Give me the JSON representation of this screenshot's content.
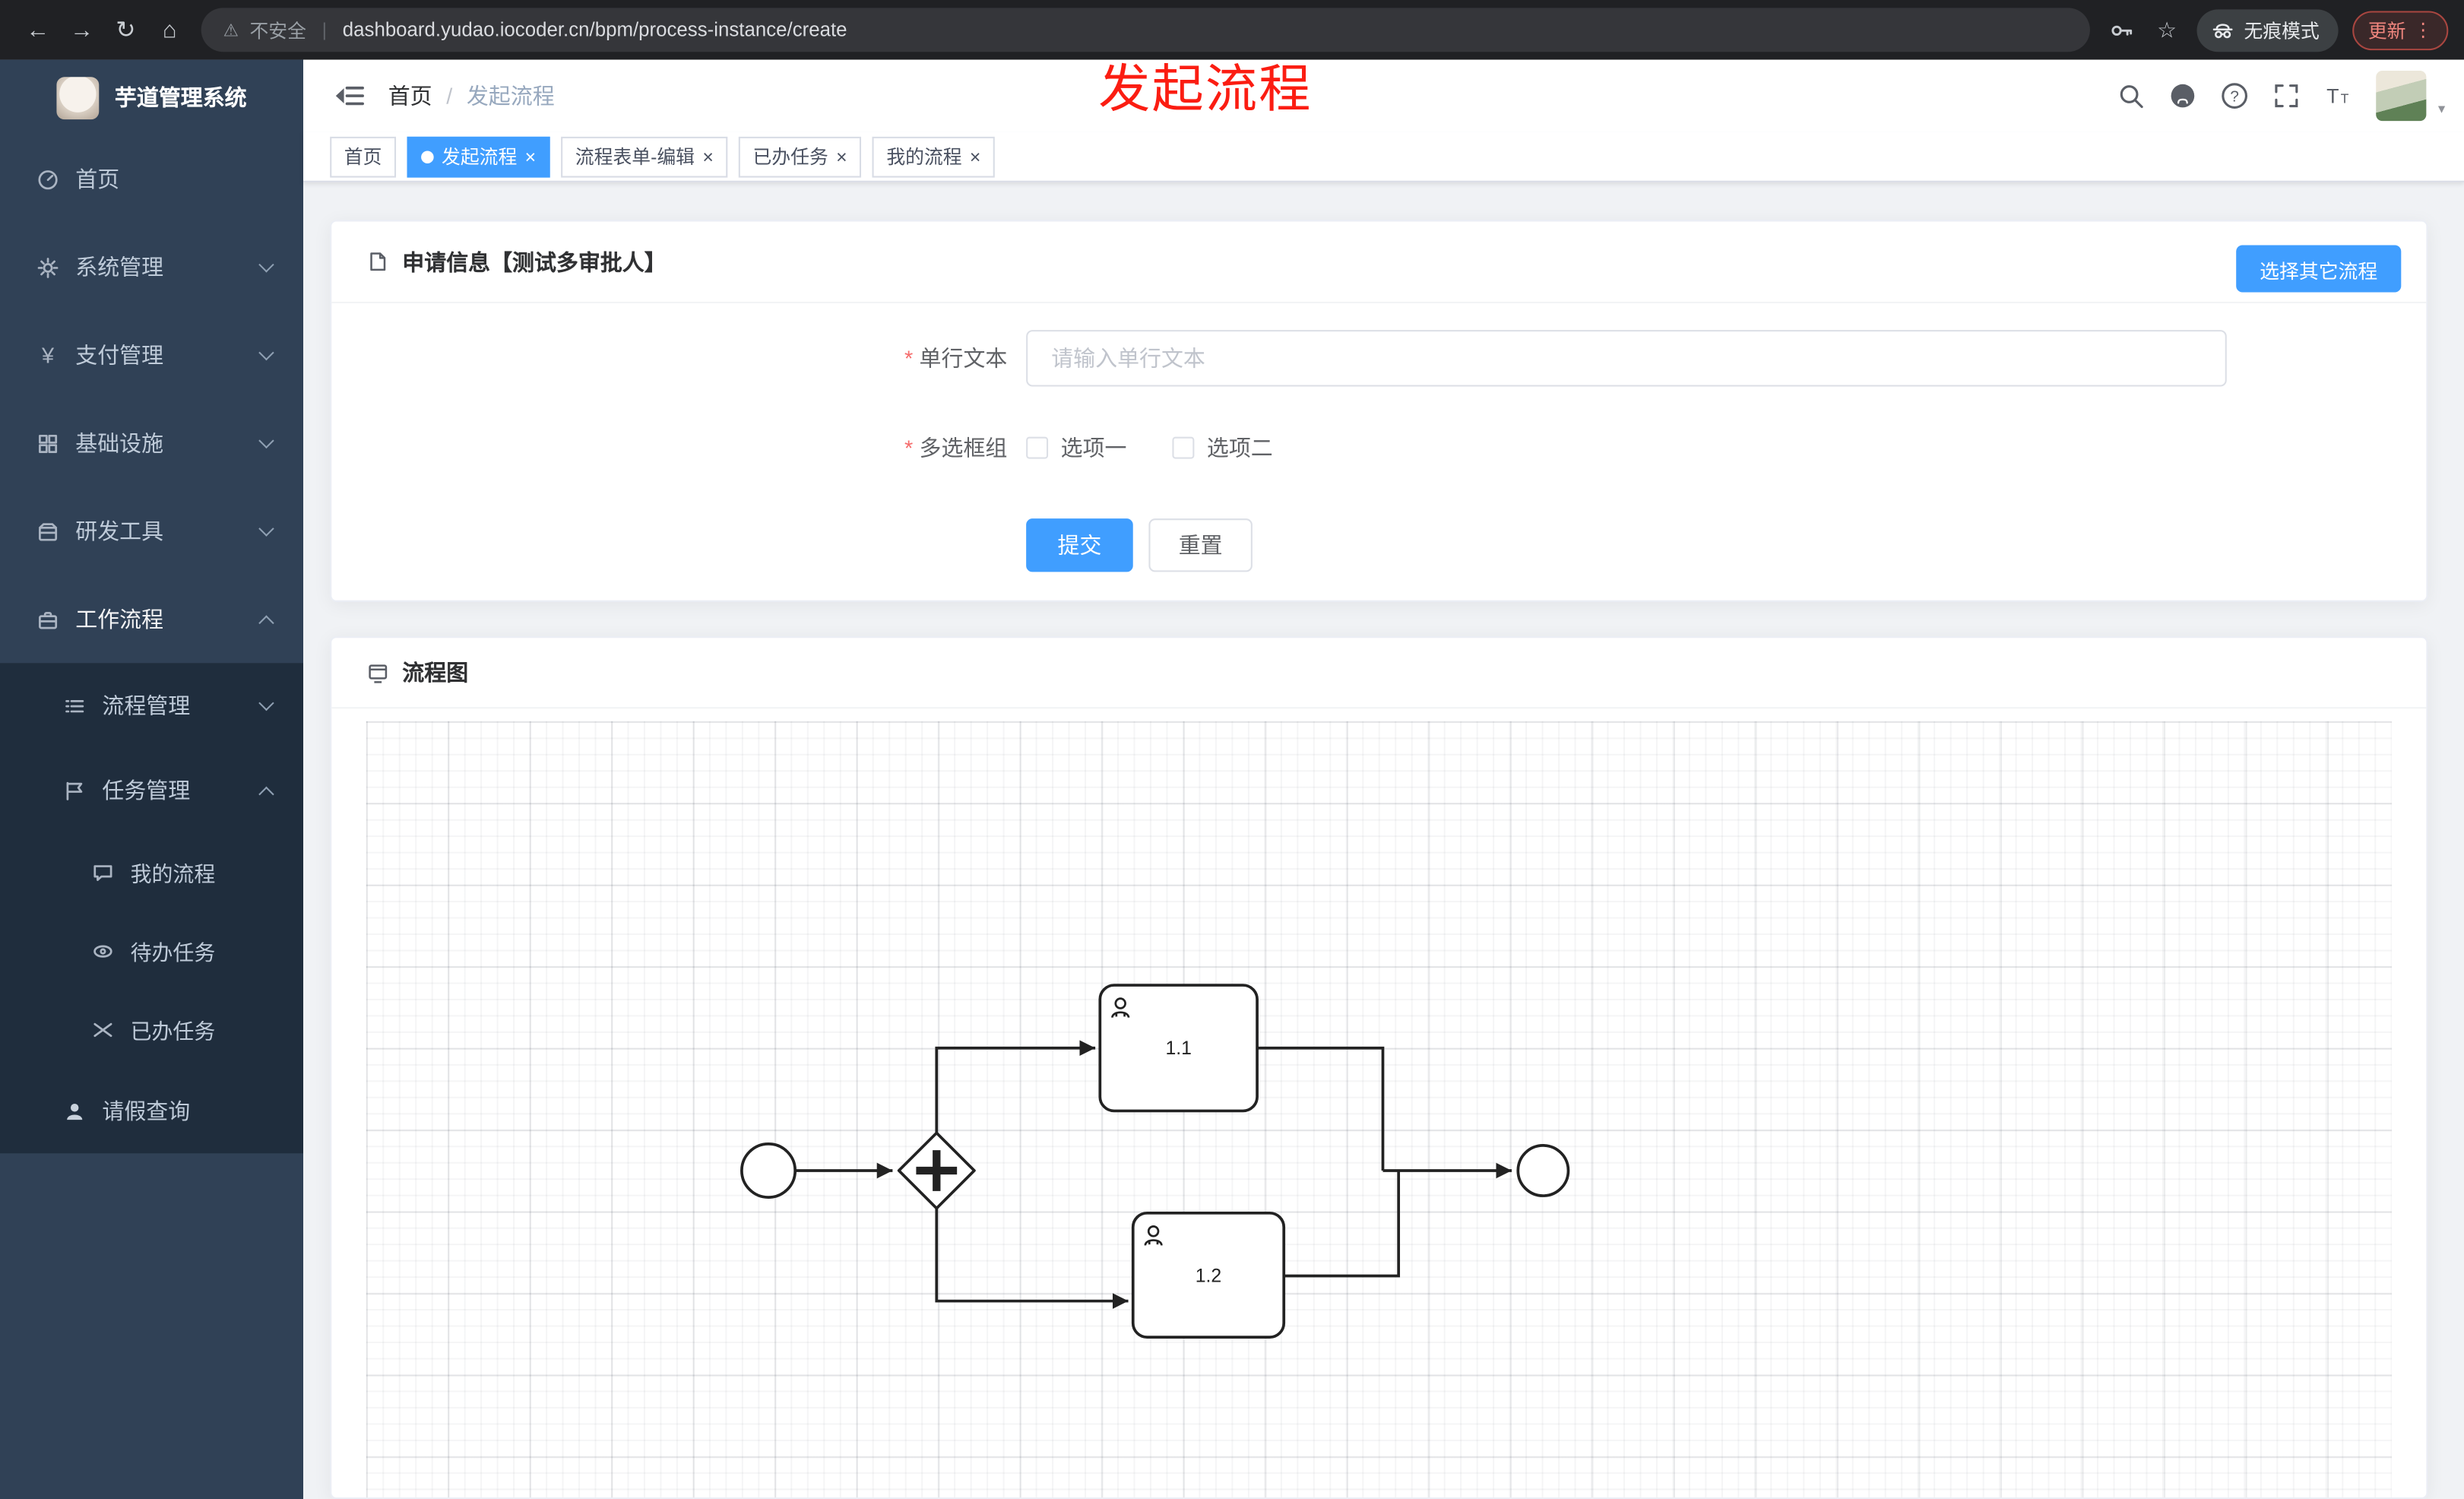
{
  "browser": {
    "security_label": "不安全",
    "url": "dashboard.yudao.iocoder.cn/bpm/process-instance/create",
    "incognito_label": "无痕模式",
    "update_label": "更新"
  },
  "icons": {
    "back": "←",
    "forward": "→",
    "reload": "↻",
    "home": "⌂",
    "warning": "⚠",
    "pipe": "|",
    "star": "☆",
    "kebab": "⋮",
    "question": "?",
    "t_large": "T",
    "t_small": "T",
    "caret": "▾",
    "yen": "¥",
    "separator": "/",
    "close": "×",
    "required": "*"
  },
  "sidebar": {
    "app_title": "芋道管理系统",
    "items": [
      {
        "label": "首页"
      },
      {
        "label": "系统管理"
      },
      {
        "label": "支付管理"
      },
      {
        "label": "基础设施"
      },
      {
        "label": "研发工具"
      },
      {
        "label": "工作流程"
      }
    ],
    "workflow_children": [
      {
        "label": "流程管理"
      },
      {
        "label": "任务管理"
      }
    ],
    "task_children": [
      {
        "label": "我的流程"
      },
      {
        "label": "待办任务"
      },
      {
        "label": "已办任务"
      }
    ],
    "leave_label": "请假查询"
  },
  "header": {
    "breadcrumb_home": "首页",
    "breadcrumb_current": "发起流程",
    "annotation": "发起流程"
  },
  "tabs": [
    {
      "label": "首页"
    },
    {
      "label": "发起流程"
    },
    {
      "label": "流程表单-编辑"
    },
    {
      "label": "已办任务"
    },
    {
      "label": "我的流程"
    }
  ],
  "form_card": {
    "title": "申请信息【测试多审批人】",
    "select_other_button": "选择其它流程",
    "fields": [
      {
        "label": "单行文本",
        "placeholder": "请输入单行文本"
      },
      {
        "label": "多选框组",
        "options": [
          "选项一",
          "选项二"
        ]
      }
    ],
    "submit_label": "提交",
    "reset_label": "重置"
  },
  "diagram_card": {
    "title": "流程图",
    "tasks": [
      "1.1",
      "1.2"
    ]
  },
  "colors": {
    "accent": "#409eff",
    "danger": "#f56c6c",
    "sidebar_bg": "#304156",
    "annotation_red": "#fb1d12"
  }
}
